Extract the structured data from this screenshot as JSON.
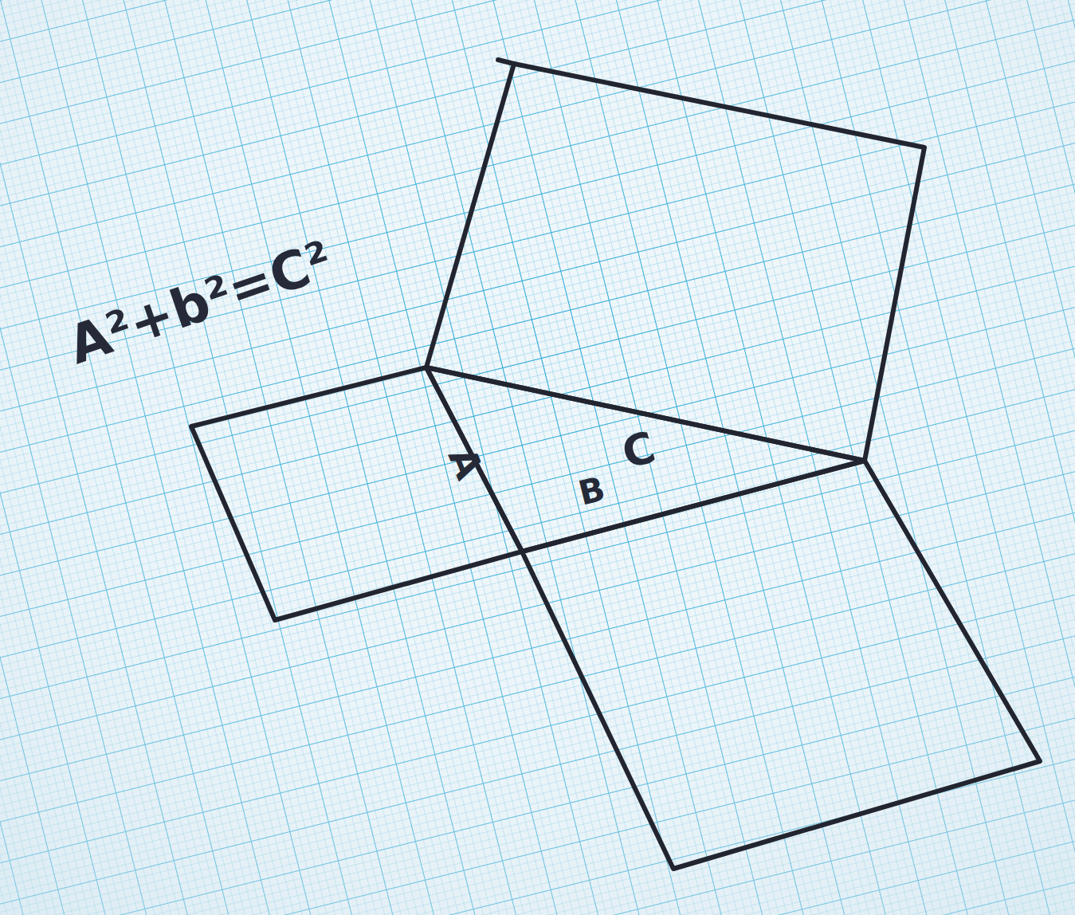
{
  "diagram": {
    "labels": [
      "A²+b²=C²",
      "A",
      "B",
      "C"
    ]
  }
}
